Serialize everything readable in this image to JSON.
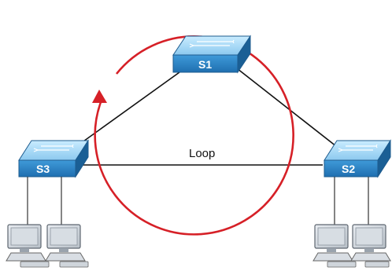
{
  "diagram": {
    "loop_label": "Loop",
    "switches": [
      {
        "id": "s1",
        "label": "S1"
      },
      {
        "id": "s2",
        "label": "S2"
      },
      {
        "id": "s3",
        "label": "S3"
      }
    ],
    "links": [
      {
        "from": "S1",
        "to": "S3"
      },
      {
        "from": "S1",
        "to": "S2"
      },
      {
        "from": "S3",
        "to": "S2"
      }
    ],
    "hosts": [
      {
        "attached_to": "S3",
        "count": 2,
        "icon": "desktop-computer-icon"
      },
      {
        "attached_to": "S2",
        "count": 2,
        "icon": "desktop-computer-icon"
      }
    ],
    "colors": {
      "switch_front": "#2d88c8",
      "switch_top": "#9fd3f2",
      "switch_side": "#1a5f95",
      "loop_arrow": "#d62027",
      "link": "#111111"
    },
    "icons": {
      "switch": "network-switch-icon",
      "pc": "desktop-computer-icon",
      "loop": "circular-arrow-icon"
    }
  }
}
